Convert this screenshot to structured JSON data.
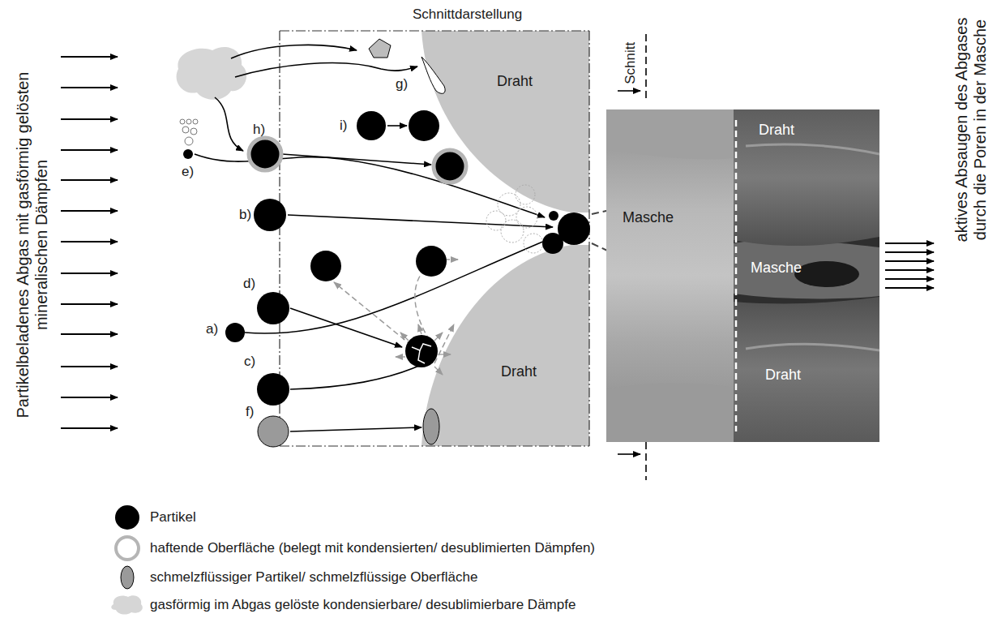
{
  "diagram": {
    "labels": [
      "Schnittdarstellung",
      "Partikelbeladenes Abgas mit gasförmig gelösten mineralischen Dämpfen",
      "g)",
      "h)",
      "i)",
      "e)",
      "b)",
      "d)",
      "a)",
      "c)",
      "f)",
      "Draht",
      "Draht",
      "Schnitt",
      "Draht",
      "Masche",
      "Masche",
      "Draht",
      "aktives Absaugen des Abgases durch die Poren in der Masche"
    ],
    "legend": [
      {
        "text": "Partikel"
      },
      {
        "text": "haftende Oberfläche (belegt mit kondensierten/ desublimierten Dämpfen)"
      },
      {
        "text": "schmelzflüssiger Partikel/ schmelzflüssige Oberfläche"
      },
      {
        "text": "gasförmig im Abgas gelöste kondensierbare/ desublimierbare Dämpfe"
      }
    ]
  }
}
